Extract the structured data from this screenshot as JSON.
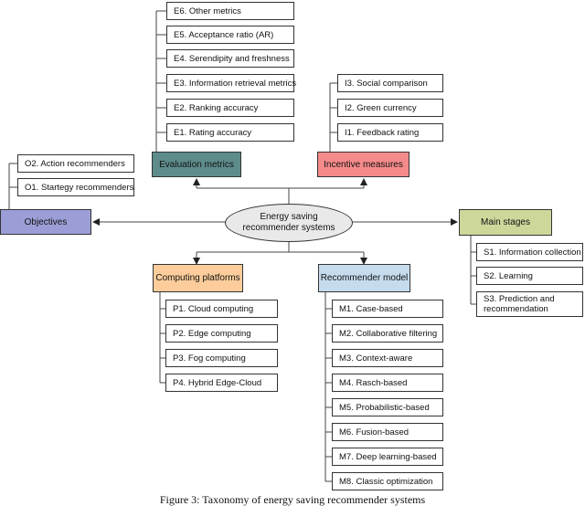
{
  "root": {
    "line1": "Energy saving",
    "line2": "recommender systems"
  },
  "evaluation": {
    "title": "Evaluation metrics",
    "color": "#5e8c8c",
    "items": [
      "E6.  Other metrics",
      "E5.   Acceptance ratio (AR)",
      "E4. Serendipity and freshness",
      "E3.  Information retrieval metrics",
      "E2. Ranking accuracy",
      "E1. Rating accuracy"
    ]
  },
  "incentive": {
    "title": "Incentive measures",
    "color": "#f58a8a",
    "items": [
      "I3. Social comparison",
      "I2. Green currency",
      "I1. Feedback rating"
    ]
  },
  "objectives": {
    "title": "Objectives",
    "color": "#9b9ed6",
    "items": [
      "O2. Action recommenders",
      "O1. Startegy recommenders"
    ]
  },
  "stages": {
    "title": "Main stages",
    "color": "#cdd79a",
    "items": [
      "S1. Information collection",
      "S2. Learning",
      "S3. Prediction  and recommendation"
    ]
  },
  "computing": {
    "title": "Computing platforms",
    "color": "#fccd9b",
    "items": [
      "P1. Cloud computing",
      "P2. Edge computing",
      "P3. Fog computing",
      "P4. Hybrid Edge-Cloud"
    ]
  },
  "model": {
    "title": "Recommender model",
    "color": "#c6dcee",
    "items": [
      "M1. Case-based",
      "M2. Collaborative filtering",
      "M3. Context-aware",
      "M4. Rasch-based",
      "M5. Probabilistic-based",
      "M6. Fusion-based",
      "M7. Deep learning-based",
      "M8. Classic optimization"
    ]
  },
  "caption": "Figure 3: Taxonomy of energy saving recommender systems"
}
